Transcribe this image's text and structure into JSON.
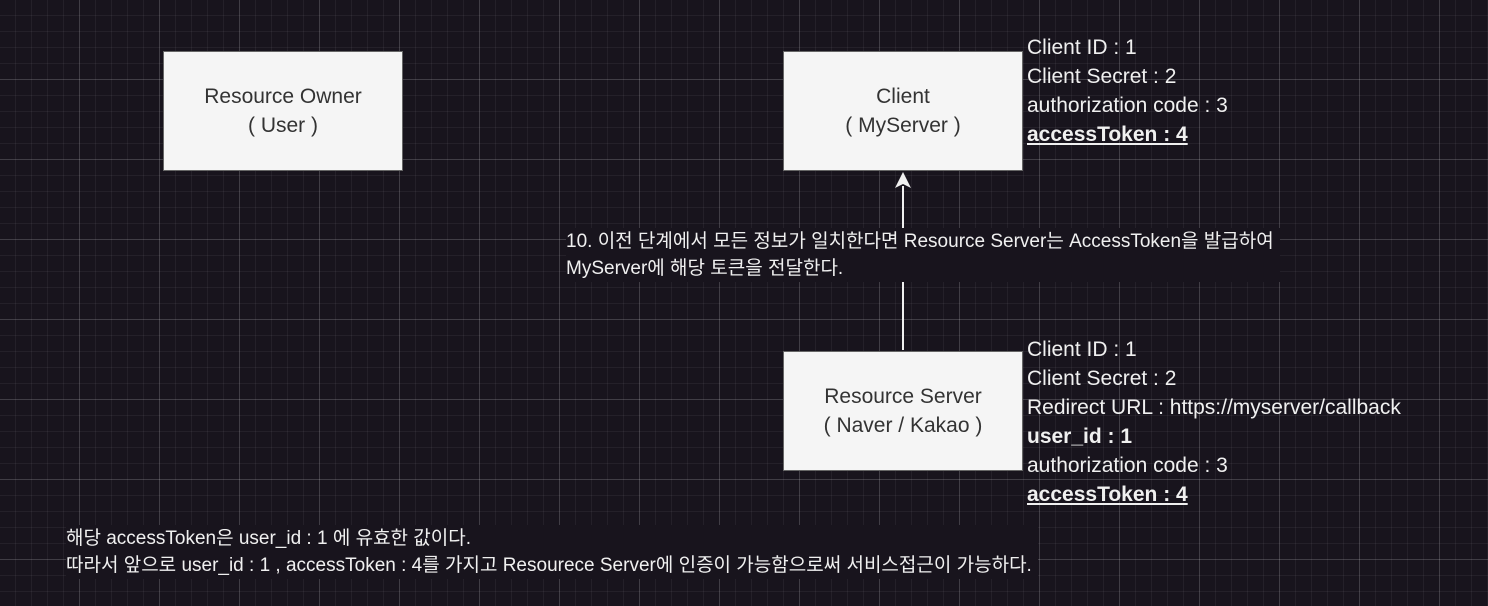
{
  "resource_owner": {
    "line1": "Resource Owner",
    "line2": "( User )"
  },
  "client": {
    "line1": "Client",
    "line2": "( MyServer )",
    "info": {
      "client_id": "Client ID : 1",
      "client_secret": "Client Secret : 2",
      "auth_code": "authorization code : 3",
      "access_token": "accessToken : 4"
    }
  },
  "resource_server": {
    "line1": "Resource Server",
    "line2": "( Naver / Kakao )",
    "info": {
      "client_id": "Client ID : 1",
      "client_secret": "Client Secret : 2",
      "redirect_url": "Redirect URL : https://myserver/callback",
      "user_id": "user_id : 1",
      "auth_code": "authorization code : 3",
      "access_token": "accessToken : 4"
    }
  },
  "step_label": {
    "line1": "10. 이전 단계에서 모든 정보가 일치한다면 Resource Server는 AccessToken을 발급하여",
    "line2": "MyServer에 해당 토큰을 전달한다."
  },
  "note": {
    "line1": "해당 accessToken은 user_id : 1 에 유효한 값이다.",
    "line2": "따라서 앞으로 user_id : 1 , accessToken : 4를 가지고 Resourece Server에 인증이 가능함으로써 서비스접근이 가능하다."
  }
}
